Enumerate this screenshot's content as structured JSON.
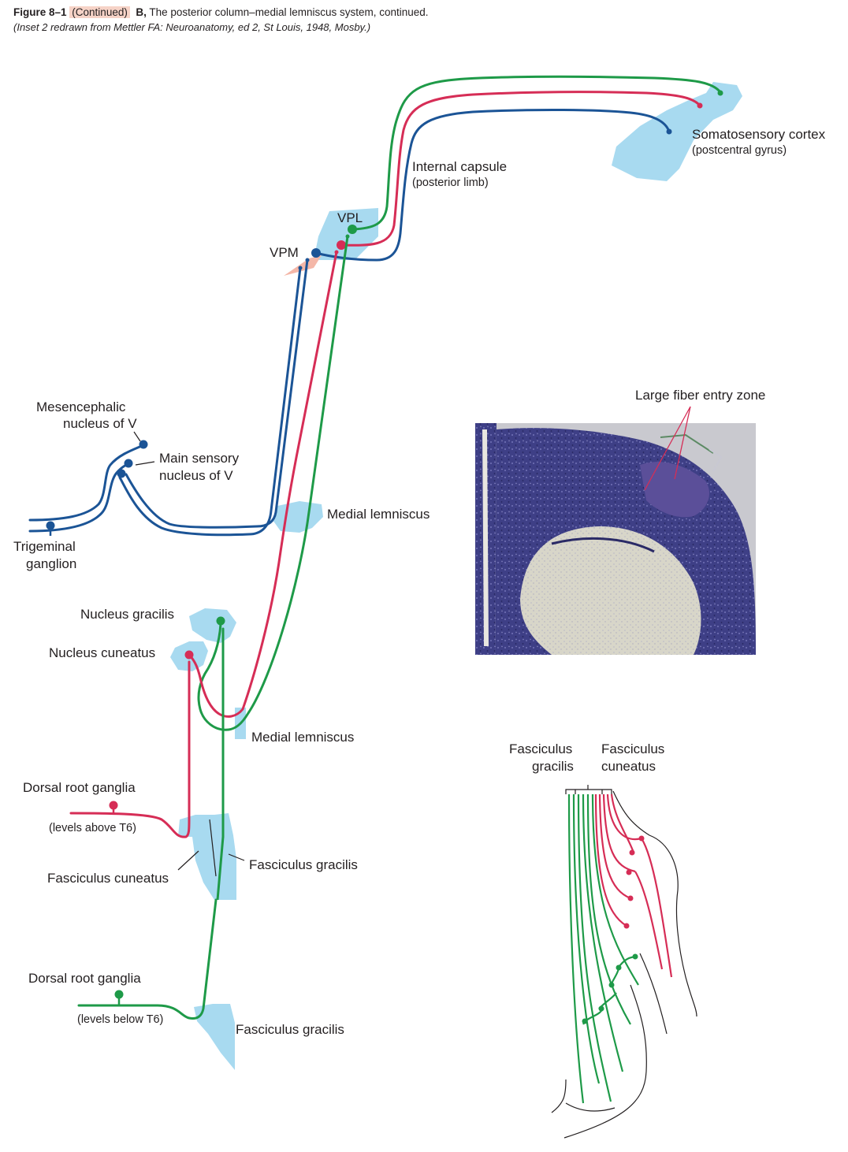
{
  "caption": {
    "figure_number": "Figure 8–1",
    "continued": "(Continued)",
    "panel": "B,",
    "text": "The posterior column–medial lemniscus system, continued.",
    "credit": "(Inset 2 redrawn from Mettler FA: Neuroanatomy, ed 2, St Louis, 1948, Mosby.)"
  },
  "labels": {
    "somatosensory_cortex": "Somatosensory cortex",
    "postcentral_gyrus": "(postcentral gyrus)",
    "internal_capsule": "Internal capsule",
    "posterior_limb": "(posterior limb)",
    "vpl": "VPL",
    "vpm": "VPM",
    "mesencephalic_1": "Mesencephalic",
    "mesencephalic_2": "nucleus of V",
    "main_sensory_1": "Main sensory",
    "main_sensory_2": "nucleus of V",
    "trigeminal_1": "Trigeminal",
    "trigeminal_2": "ganglion",
    "medial_lemniscus_upper": "Medial lemniscus",
    "nucleus_gracilis": "Nucleus gracilis",
    "nucleus_cuneatus": "Nucleus cuneatus",
    "medial_lemniscus_lower": "Medial lemniscus",
    "drg_upper": "Dorsal root ganglia",
    "levels_above": "(levels above T6)",
    "fasciculus_cuneatus": "Fasciculus cuneatus",
    "fasciculus_gracilis_mid": "Fasciculus gracilis",
    "drg_lower": "Dorsal root ganglia",
    "levels_below": "(levels below T6)",
    "fasciculus_gracilis_low": "Fasciculus gracilis",
    "large_fiber_entry_zone": "Large fiber entry zone",
    "inset_fg_1": "Fasciculus",
    "inset_fg_2": "gracilis",
    "inset_fc_1": "Fasciculus",
    "inset_fc_2": "cuneatus"
  },
  "colors": {
    "trigeminal_pathway": "#1b5496",
    "upper_body_pathway": "#d62d56",
    "lower_body_pathway": "#1e9a48",
    "nucleus_zone": "#a8daf0",
    "vpm_zone": "#f4b7a8",
    "caption_highlight": "#f6d3c7"
  }
}
